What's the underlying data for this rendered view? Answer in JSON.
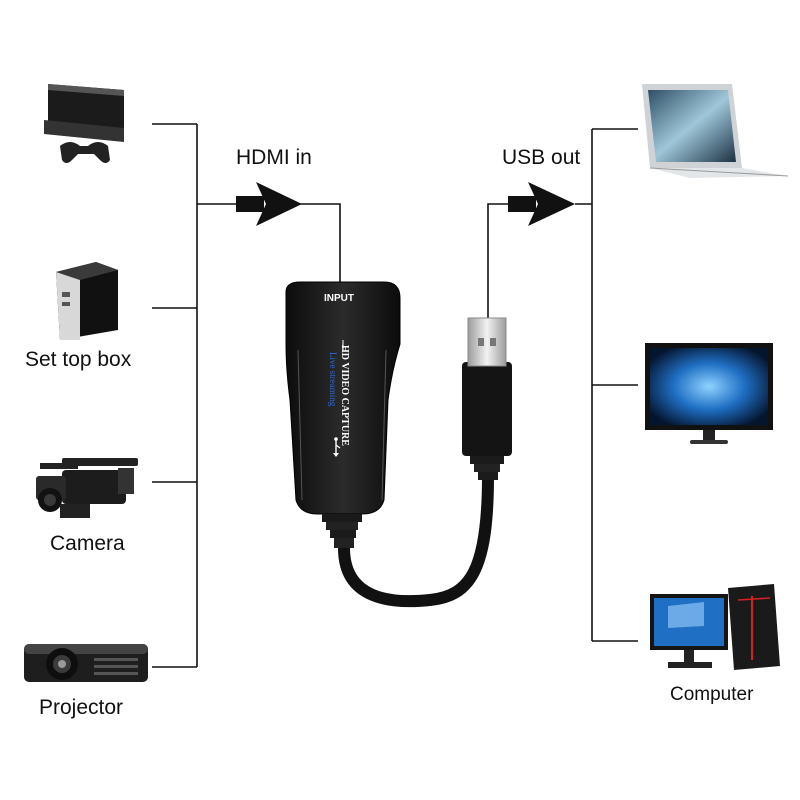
{
  "inputs": {
    "arrow_label": "HDMI in",
    "devices": [
      {
        "id": "game-console",
        "label": "",
        "icon": "game-console-icon"
      },
      {
        "id": "set-top-box",
        "label": "Set top box",
        "icon": "set-top-box-icon"
      },
      {
        "id": "camera",
        "label": "Camera",
        "icon": "video-camera-icon"
      },
      {
        "id": "projector",
        "label": "Projector",
        "icon": "projector-icon"
      }
    ]
  },
  "outputs": {
    "arrow_label": "USB out",
    "devices": [
      {
        "id": "laptop",
        "label": "",
        "icon": "laptop-icon"
      },
      {
        "id": "monitor",
        "label": "",
        "icon": "all-in-one-monitor-icon"
      },
      {
        "id": "computer",
        "label": "Computer",
        "icon": "desktop-computer-icon"
      }
    ]
  },
  "capture_device": {
    "port_label": "INPUT",
    "product_text": "HD VIDEO CAPTURE",
    "sub_text": "Live streaming",
    "icon": "usb-icon"
  },
  "colors": {
    "line": "#111111",
    "device_body": "#1a1a1a",
    "screen_blue": "#1f6fc4"
  }
}
